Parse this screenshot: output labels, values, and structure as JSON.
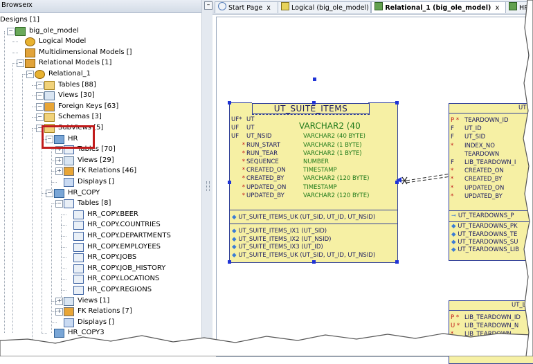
{
  "browser": {
    "tab_label": "Browser",
    "tab_close": "x",
    "tree": [
      {
        "label": "Designs [1]",
        "indent": 0,
        "icon": "none"
      },
      {
        "label": "big_ole_model",
        "indent": 1,
        "icon": "design"
      },
      {
        "label": "Logical Model",
        "indent": 2,
        "icon": "logical"
      },
      {
        "label": "Multidimensional Models []",
        "indent": 2,
        "icon": "multi"
      },
      {
        "label": "Relational Models [1]",
        "indent": 2,
        "icon": "multi"
      },
      {
        "label": "Relational_1",
        "indent": 3,
        "icon": "logical"
      },
      {
        "label": "Tables [88]",
        "indent": 4,
        "icon": "folder"
      },
      {
        "label": "Views [30]",
        "indent": 4,
        "icon": "views"
      },
      {
        "label": "Foreign Keys [63]",
        "indent": 4,
        "icon": "fk"
      },
      {
        "label": "Schemas [3]",
        "indent": 4,
        "icon": "folder"
      },
      {
        "label": "SubViews [5]",
        "indent": 4,
        "icon": "folder"
      },
      {
        "label": "HR",
        "indent": 5,
        "icon": "subview"
      },
      {
        "label": "Tables [70]",
        "indent": 6,
        "icon": "table"
      },
      {
        "label": "Views [29]",
        "indent": 6,
        "icon": "views"
      },
      {
        "label": "FK Relations [46]",
        "indent": 6,
        "icon": "fk"
      },
      {
        "label": "Displays []",
        "indent": 6,
        "icon": "display"
      },
      {
        "label": "HR_COPY",
        "indent": 5,
        "icon": "subview"
      },
      {
        "label": "Tables [8]",
        "indent": 6,
        "icon": "table"
      },
      {
        "label": "HR_COPY.BEER",
        "indent": 7,
        "icon": "table"
      },
      {
        "label": "HR_COPY.COUNTRIES",
        "indent": 7,
        "icon": "table"
      },
      {
        "label": "HR_COPY.DEPARTMENTS",
        "indent": 7,
        "icon": "table"
      },
      {
        "label": "HR_COPY.EMPLOYEES",
        "indent": 7,
        "icon": "table"
      },
      {
        "label": "HR_COPY.JOBS",
        "indent": 7,
        "icon": "table"
      },
      {
        "label": "HR_COPY.JOB_HISTORY",
        "indent": 7,
        "icon": "table"
      },
      {
        "label": "HR_COPY.LOCATIONS",
        "indent": 7,
        "icon": "table"
      },
      {
        "label": "HR_COPY.REGIONS",
        "indent": 7,
        "icon": "table"
      },
      {
        "label": "Views [1]",
        "indent": 6,
        "icon": "views"
      },
      {
        "label": "FK Relations [7]",
        "indent": 6,
        "icon": "fk"
      },
      {
        "label": "Displays []",
        "indent": 6,
        "icon": "display"
      },
      {
        "label": "HR_COPY3",
        "indent": 5,
        "icon": "subview"
      }
    ]
  },
  "editor_tabs": [
    {
      "label": "Start Page",
      "close": "x",
      "active": false
    },
    {
      "label": "Logical (big_ole_model)",
      "close": "x",
      "active": false
    },
    {
      "label": "Relational_1 (big_ole_model)",
      "close": "x",
      "active": true
    },
    {
      "label": "HR",
      "close": "",
      "active": false
    }
  ],
  "minimize_glyph": "–",
  "ut_suite_items": {
    "title": "UT_SUITE_ITEMS",
    "inline_edit": "VARCHAR2 (40",
    "columns": [
      {
        "flag": "UF*",
        "name": "UT",
        "type": ""
      },
      {
        "flag": "UF",
        "name": "UT",
        "type": ""
      },
      {
        "flag": "UF",
        "name": "UT_NSID",
        "type": "VARCHAR2 (40 BYTE)"
      },
      {
        "flag": "*",
        "name": "RUN_START",
        "type": "VARCHAR2 (1 BYTE)"
      },
      {
        "flag": "*",
        "name": "RUN_TEAR",
        "type": "VARCHAR2 (1 BYTE)"
      },
      {
        "flag": "*",
        "name": "SEQUENCE",
        "type": "NUMBER"
      },
      {
        "flag": "*",
        "name": "CREATED_ON",
        "type": "TIMESTAMP"
      },
      {
        "flag": "*",
        "name": "CREATED_BY",
        "type": "VARCHAR2 (120 BYTE)"
      },
      {
        "flag": "*",
        "name": "UPDATED_ON",
        "type": "TIMESTAMP"
      },
      {
        "flag": "*",
        "name": "UPDATED_BY",
        "type": "VARCHAR2 (120 BYTE)"
      }
    ],
    "unique_key": "UT_SUITE_ITEMS_UK (UT_SID, UT_ID, UT_NSID)",
    "indexes": [
      "UT_SUITE_ITEMS_IX1 (UT_SID)",
      "UT_SUITE_ITEMS_IX2 (UT_NSID)",
      "UT_SUITE_ITEMS_IX3 (UT_ID)",
      "UT_SUITE_ITEMS_UK (UT_SID, UT_ID, UT_NSID)"
    ]
  },
  "ut_teardowns": {
    "title": "UT",
    "columns": [
      {
        "flag": "P *",
        "name": "TEARDOWN_ID"
      },
      {
        "flag": "F",
        "name": "UT_ID"
      },
      {
        "flag": "F",
        "name": "UT_SID"
      },
      {
        "flag": "*",
        "name": "INDEX_NO"
      },
      {
        "flag": "",
        "name": "TEARDOWN"
      },
      {
        "flag": "F",
        "name": "LIB_TEARDOWN_I"
      },
      {
        "flag": "*",
        "name": "CREATED_ON"
      },
      {
        "flag": "*",
        "name": "CREATED_BY"
      },
      {
        "flag": "*",
        "name": "UPDATED_ON"
      },
      {
        "flag": "*",
        "name": "UPDATED_BY"
      }
    ],
    "keys": [
      "UT_TEARDOWNS_P",
      "UT_TEARDOWNS_PK",
      "UT_TEARDOWNS_TE",
      "UT_TEARDOWNS_SU",
      "UT_TEARDOWNS_LIB"
    ]
  },
  "ut_lib": {
    "title": "UT_LI",
    "columns": [
      {
        "flag": "P *",
        "name": "LIB_TEARDOWN_ID"
      },
      {
        "flag": "U *",
        "name": "LIB_TEARDOWN_N"
      },
      {
        "flag": "*",
        "name": "LIB_TEARDOWN_"
      }
    ]
  },
  "colors": {
    "table_fill": "#f6f0a4",
    "table_border": "#2d3d9a",
    "type_green": "#1f7a1a",
    "flag_red": "#c01818",
    "key_blue": "#223399",
    "highlight_red": "#c11b1b"
  }
}
